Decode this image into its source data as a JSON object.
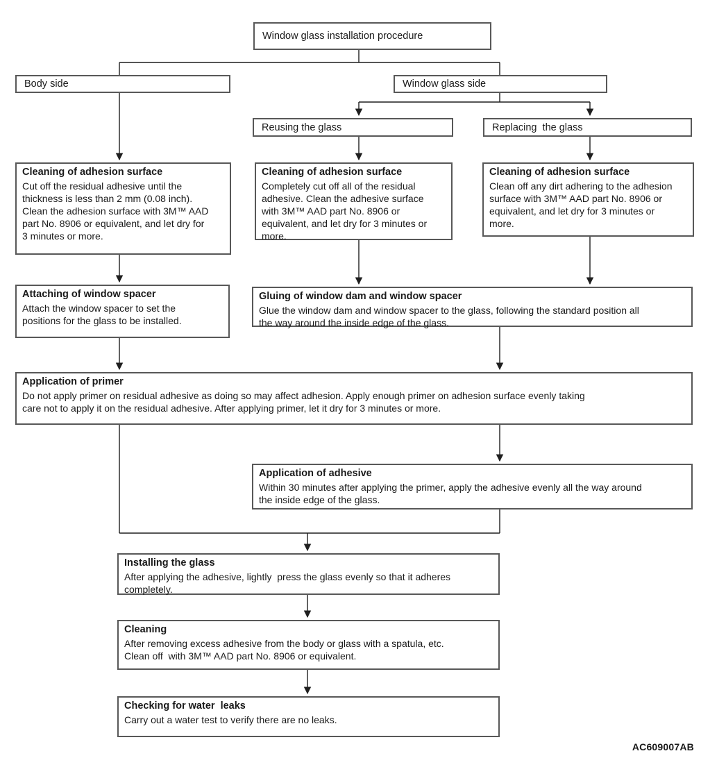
{
  "diagram": {
    "figure_code": "AC609007AB",
    "colors": {
      "background": "#ffffff",
      "box_border": "#585858",
      "connector_line": "#1f1f1f",
      "text": "#1a1a1a"
    }
  },
  "nodes": {
    "root": {
      "label": "Window glass installation procedure"
    },
    "body_side": {
      "label": "Body side"
    },
    "window_glass_side": {
      "label": "Window glass side"
    },
    "reusing": {
      "label": "Reusing the glass"
    },
    "replacing": {
      "label": "Replacing  the glass"
    },
    "clean_body": {
      "title": "Cleaning of adhesion surface",
      "body": "Cut off the residual adhesive until the\nthickness is less than 2 mm (0.08 inch).\nClean the adhesion surface with 3M™ AAD\npart No. 8906 or equivalent, and let dry for\n3 minutes or more."
    },
    "clean_reuse": {
      "title": "Cleaning of adhesion surface",
      "body": "Completely cut off all of the residual\nadhesive. Clean the adhesive surface\nwith 3M™ AAD part No. 8906 or\nequivalent, and let dry for 3 minutes or\nmore."
    },
    "clean_replace": {
      "title": "Cleaning of adhesion surface",
      "body": "Clean off any dirt adhering to the adhesion\nsurface with 3M™ AAD part No. 8906 or\nequivalent, and let dry for 3 minutes or\nmore."
    },
    "attach_spacer": {
      "title": "Attaching of window spacer",
      "body": "Attach the window spacer to set the\npositions for the glass to be installed."
    },
    "gluing": {
      "title": "Gluing of window dam and window spacer",
      "body": "Glue the window dam and window spacer to the glass, following the standard position all\nthe way around the inside edge of the glass."
    },
    "primer": {
      "title": "Application of primer",
      "body": "Do not apply primer on residual adhesive as doing so may affect adhesion. Apply enough primer on adhesion surface evenly taking\ncare not to apply it on the residual adhesive. After applying primer, let it dry for 3 minutes or more."
    },
    "adhesive": {
      "title": "Application of adhesive",
      "body": "Within 30 minutes after applying the primer, apply the adhesive evenly all the way around\nthe inside edge of the glass."
    },
    "install": {
      "title": "Installing the glass",
      "body": "After applying the adhesive, lightly  press the glass evenly so that it adheres\ncompletely."
    },
    "cleaning": {
      "title": "Cleaning",
      "body": "After removing excess adhesive from the body or glass with a spatula, etc.\nClean off  with 3M™ AAD part No. 8906 or equivalent."
    },
    "water_leaks": {
      "title": "Checking for water  leaks",
      "body": "Carry out a water test to verify there are no leaks."
    }
  }
}
